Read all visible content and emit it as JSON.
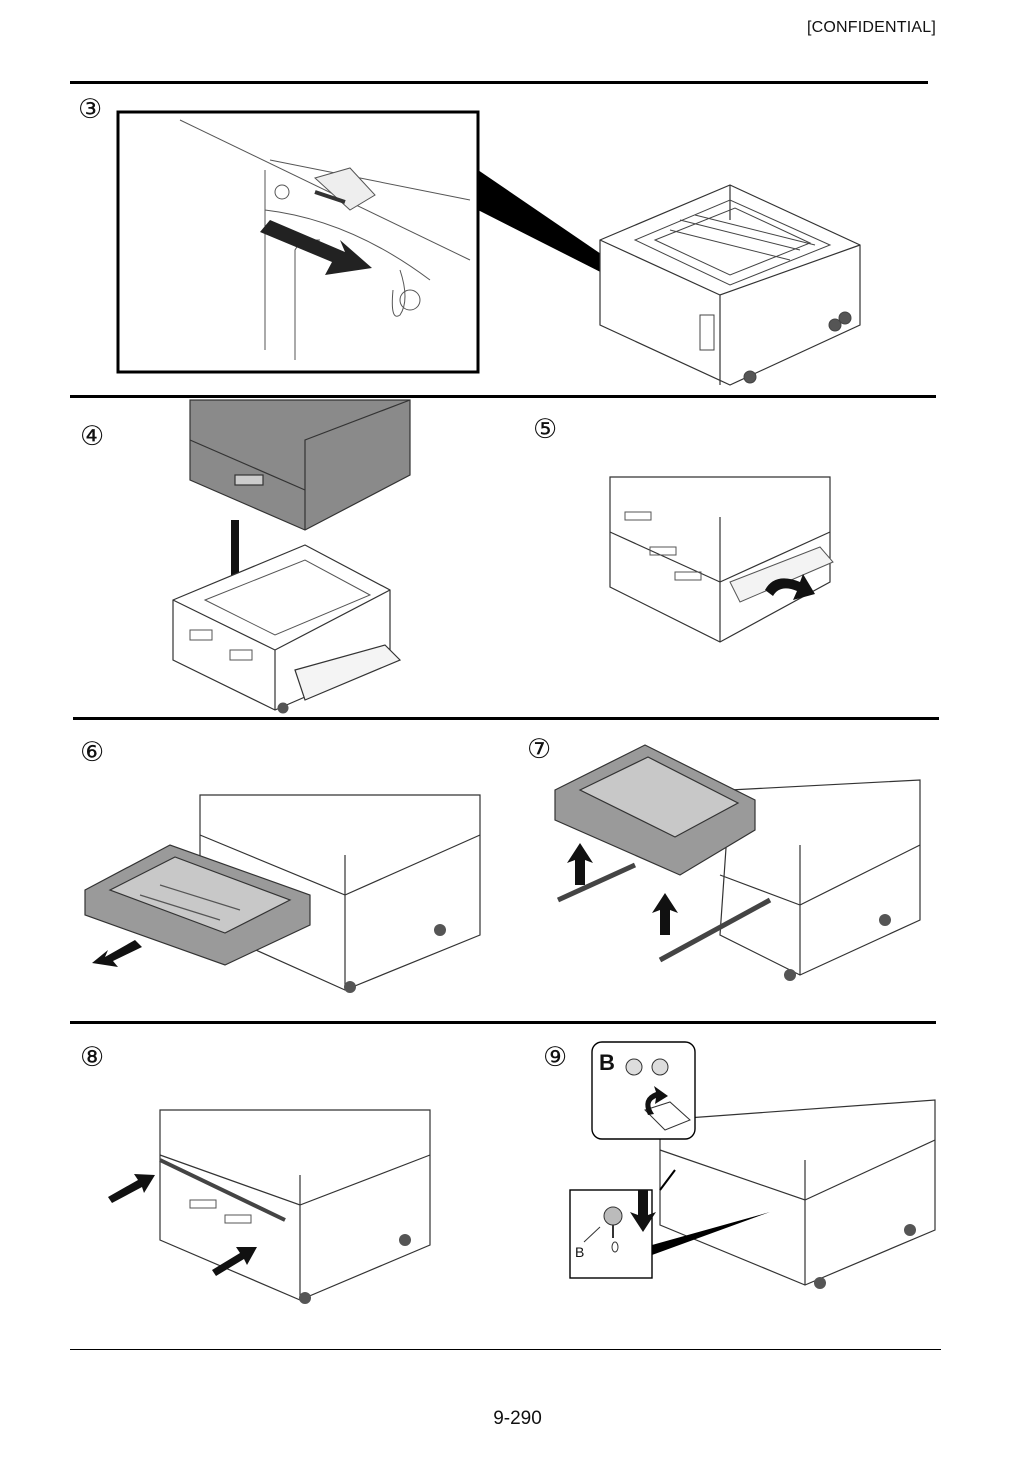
{
  "header": {
    "confidential_label": "[CONFIDENTIAL]"
  },
  "steps": [
    {
      "number": "③"
    },
    {
      "number": "④"
    },
    {
      "number": "⑤"
    },
    {
      "number": "⑥"
    },
    {
      "number": "⑦"
    },
    {
      "number": "⑧"
    },
    {
      "number": "⑨"
    }
  ],
  "callouts": {
    "screw_box_label": "B",
    "screw_detail_label": "B"
  },
  "footer": {
    "page_number": "9-290"
  }
}
